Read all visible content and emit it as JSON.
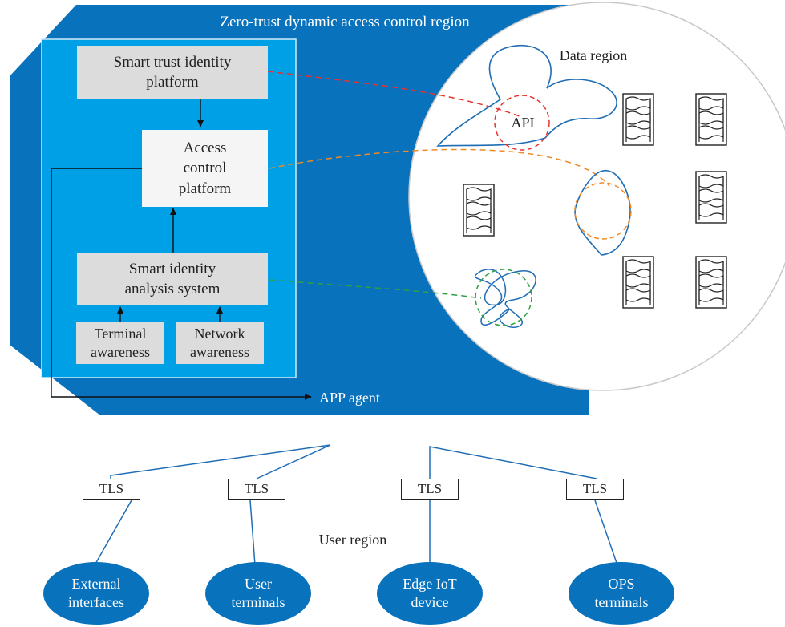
{
  "zero_trust_region": {
    "title": "Zero-trust dynamic access control region"
  },
  "data_region": {
    "title": "Data region",
    "api_label": "API"
  },
  "platform": {
    "smart_trust_identity_platform": "Smart trust identity\nplatform",
    "access_control_platform": "Access\ncontrol\nplatform",
    "smart_identity_analysis_system": "Smart identity\nanalysis system",
    "terminal_awareness": "Terminal\nawareness",
    "network_awareness": "Network\nawareness",
    "app_agent": "APP agent"
  },
  "user_region": {
    "title": "User region",
    "tls_labels": [
      "TLS",
      "TLS",
      "TLS",
      "TLS"
    ],
    "endpoints": [
      "External\ninterfaces",
      "User\nterminals",
      "Edge IoT\ndevice",
      "OPS\nterminals"
    ]
  },
  "colors": {
    "zero_trust_blue": "#0872bd",
    "inner_panel_blue": "#00a0e6",
    "data_region_fill": "#ffffff",
    "blob_stroke": "#1f6db5",
    "red_dashed": "#e8322d",
    "orange_dashed": "#f08a24",
    "green_dashed": "#2ea043"
  }
}
